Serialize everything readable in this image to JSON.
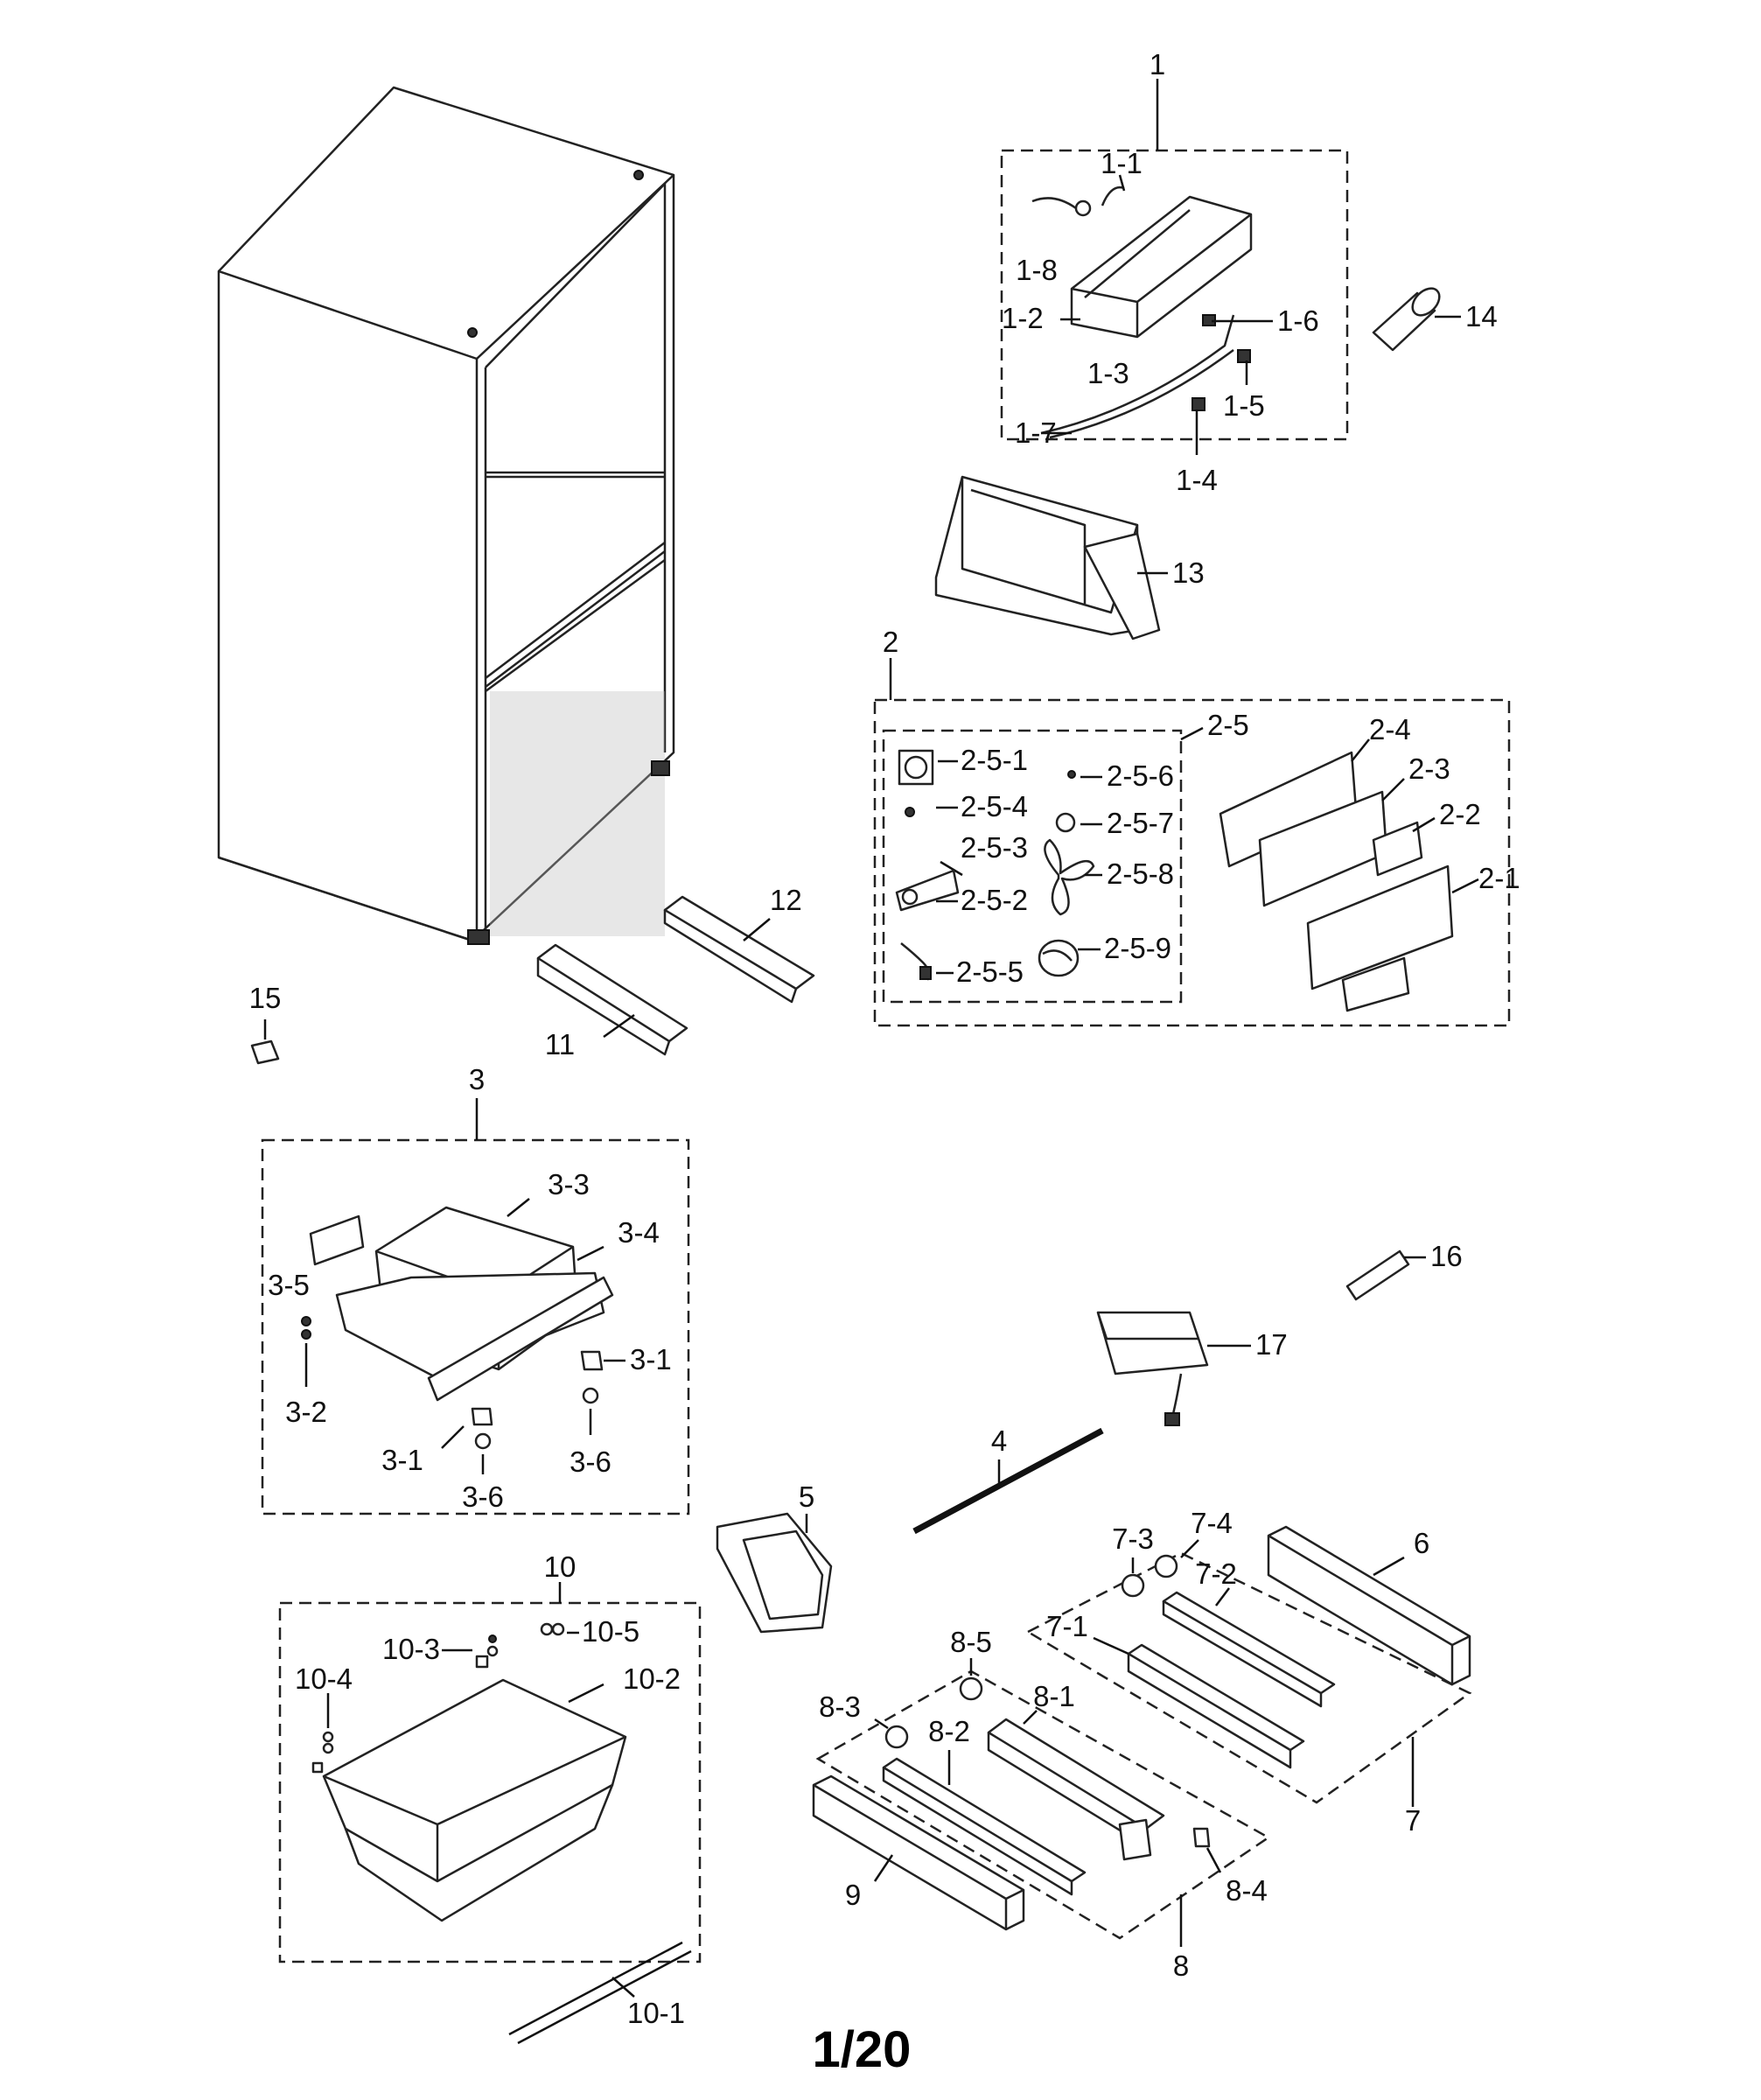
{
  "callouts": {
    "c1": "1",
    "c1_1": "1-1",
    "c1_2": "1-2",
    "c1_3": "1-3",
    "c1_4": "1-4",
    "c1_5": "1-5",
    "c1_6": "1-6",
    "c1_7": "1-7",
    "c1_8": "1-8",
    "c2": "2",
    "c2_1": "2-1",
    "c2_2": "2-2",
    "c2_3": "2-3",
    "c2_4": "2-4",
    "c2_5": "2-5",
    "c2_5_1": "2-5-1",
    "c2_5_2": "2-5-2",
    "c2_5_3": "2-5-3",
    "c2_5_4": "2-5-4",
    "c2_5_5": "2-5-5",
    "c2_5_6": "2-5-6",
    "c2_5_7": "2-5-7",
    "c2_5_8": "2-5-8",
    "c2_5_9": "2-5-9",
    "c3": "3",
    "c3_1a": "3-1",
    "c3_1b": "3-1",
    "c3_2": "3-2",
    "c3_3": "3-3",
    "c3_4": "3-4",
    "c3_5": "3-5",
    "c3_6a": "3-6",
    "c3_6b": "3-6",
    "c4": "4",
    "c5": "5",
    "c6": "6",
    "c7": "7",
    "c7_1": "7-1",
    "c7_2": "7-2",
    "c7_3": "7-3",
    "c7_4": "7-4",
    "c8": "8",
    "c8_1": "8-1",
    "c8_2": "8-2",
    "c8_3": "8-3",
    "c8_4": "8-4",
    "c8_5": "8-5",
    "c9": "9",
    "c10": "10",
    "c10_1": "10-1",
    "c10_2": "10-2",
    "c10_3": "10-3",
    "c10_4": "10-4",
    "c10_5": "10-5",
    "c11": "11",
    "c12": "12",
    "c13": "13",
    "c14": "14",
    "c15": "15",
    "c16": "16",
    "c17": "17"
  },
  "page_label": "1/20"
}
